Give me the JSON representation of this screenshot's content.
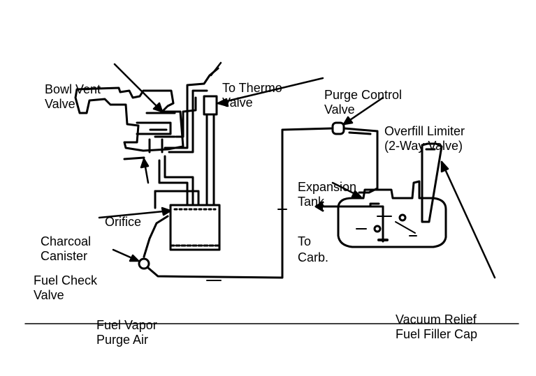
{
  "labels": {
    "bowl_vent_valve": [
      "Bowl Vent",
      "Valve"
    ],
    "to_thermo_valve": [
      "To Thermo",
      "Valve"
    ],
    "purge_control_valve": [
      "Purge Control",
      "Valve"
    ],
    "overfill_limiter": [
      "Overfill Limiter",
      "(2-Way Valve)"
    ],
    "expansion_tank": [
      "Expansion",
      "Tank"
    ],
    "orifice": [
      "Orifice"
    ],
    "charcoal_canister": [
      "Charcoal",
      "Canister"
    ],
    "to_carb": [
      "To",
      "Carb."
    ],
    "fuel_check_valve": [
      "Fuel Check",
      "Valve"
    ],
    "fuel_vapor_purge_air": [
      "Fuel Vapor",
      "Purge Air"
    ],
    "vacuum_relief_cap": [
      "Vacuum Relief",
      "Fuel Filler Cap"
    ]
  },
  "colors": {
    "ink": "#000000",
    "background": "#ffffff"
  }
}
